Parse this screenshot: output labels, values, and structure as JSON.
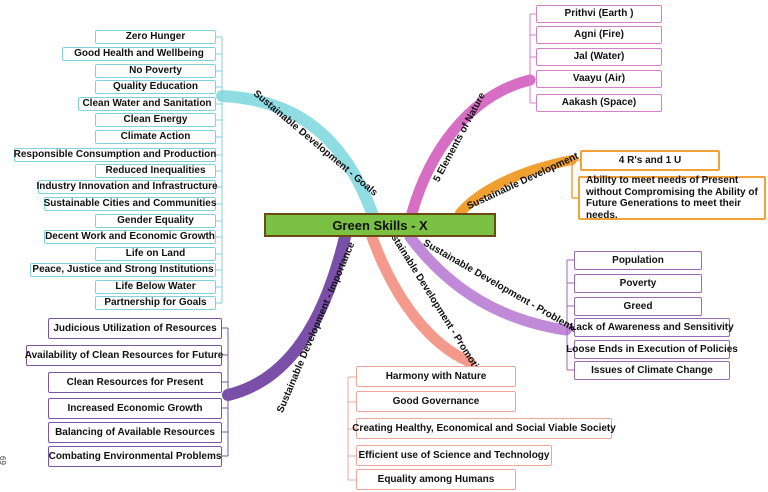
{
  "central_topic": "Green Skills - X",
  "page_number": "69",
  "branches": {
    "goals": {
      "label": "Sustainable Development - Goals",
      "color": "#8fdde3",
      "items": [
        "Zero Hunger",
        "Good Health and Wellbeing",
        "No Poverty",
        "Quality Education",
        "Clean Water and Sanitation",
        "Clean Energy",
        "Climate Action",
        "Responsible Consumption and Production",
        "Reduced Inequalities",
        "Industry Innovation and Infrastructure",
        "Sustainable Cities and Communities",
        "Gender Equality",
        "Decent Work and Economic Growth",
        "Life on Land",
        "Peace, Justice and Strong Institutions",
        "Life Below Water",
        "Partnership for Goals"
      ]
    },
    "elements": {
      "label": "5 Elements of Nature",
      "color": "#d66fc4",
      "items": [
        "Prithvi (Earth )",
        "Agni (Fire)",
        "Jal (Water)",
        "Vaayu (Air)",
        "Aakash (Space)"
      ]
    },
    "definition": {
      "label": "Sustainable Development",
      "color": "#f0a030",
      "items": [
        "4 R's and 1 U",
        "Ability to meet needs of Present without Compromising the Ability of Future Generations to meet their needs."
      ]
    },
    "problems": {
      "label": "Sustainable Development - Problems",
      "color": "#c18ad9",
      "items": [
        "Population",
        "Poverty",
        "Greed",
        "Lack of Awareness and Sensitivity",
        "Loose Ends in Execution of Policies",
        "Issues of Climate Change"
      ]
    },
    "importance": {
      "label": "Sustainable Development - Importance",
      "color": "#7a4fa8",
      "items": [
        "Judicious Utilization of Resources",
        "Availability of Clean Resources for Future",
        "Clean Resources for Present",
        "Increased Economic Growth",
        "Balancing of Available Resources",
        "Combating Environmental Problems"
      ]
    },
    "promotion": {
      "label": "Sustainable Development - Promotion",
      "color": "#f39a8c",
      "items": [
        "Harmony with Nature",
        "Good Governance",
        "Creating Healthy, Economical and Social Viable Society",
        "Efficient use of Science and Technology",
        "Equality among Humans"
      ]
    }
  }
}
